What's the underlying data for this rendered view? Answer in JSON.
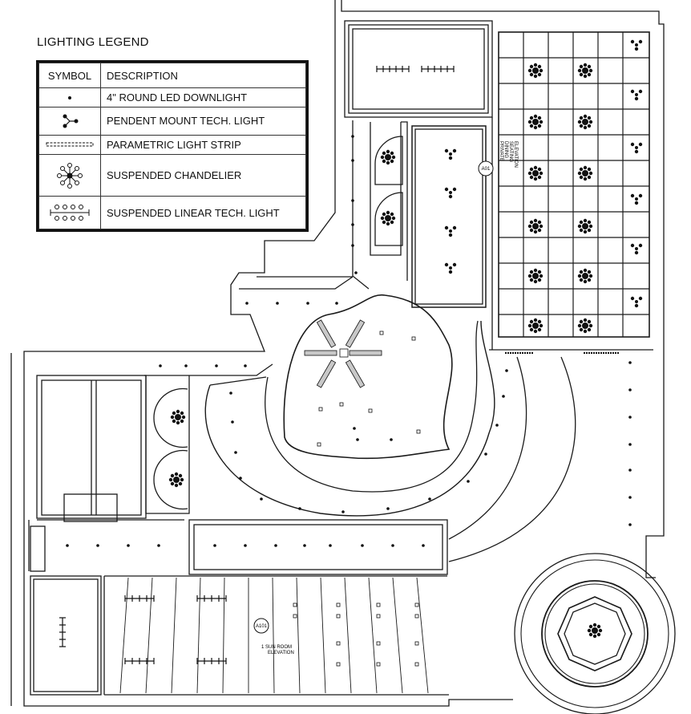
{
  "legend": {
    "title": "LIGHTING LEGEND",
    "header_symbol": "SYMBOL",
    "header_description": "DESCRIPTION",
    "items": [
      {
        "symbol": "downlight-dot-icon",
        "description": "4\" ROUND LED DOWNLIGHT"
      },
      {
        "symbol": "pendent-tech-light-icon",
        "description": "PENDENT MOUNT TECH. LIGHT"
      },
      {
        "symbol": "light-strip-icon",
        "description": "PARAMETRIC LIGHT STRIP"
      },
      {
        "symbol": "chandelier-icon",
        "description": "SUSPENDED CHANDELIER"
      },
      {
        "symbol": "linear-tech-light-icon",
        "description": "SUSPENDED LINEAR TECH. LIGHT"
      }
    ]
  },
  "callouts": {
    "private_dining": {
      "tag": "A01",
      "label_lines": [
        "PRIVATE",
        "DINING",
        "SEATING",
        "ELEVATION"
      ]
    },
    "sun_room": {
      "tag": "A101",
      "label_lines": [
        "1 SUN ROOM",
        "ELEVATION"
      ]
    }
  },
  "colors": {
    "line": "#1a1a1a",
    "fixture_fill": "#c8c8c8",
    "background": "#ffffff"
  }
}
